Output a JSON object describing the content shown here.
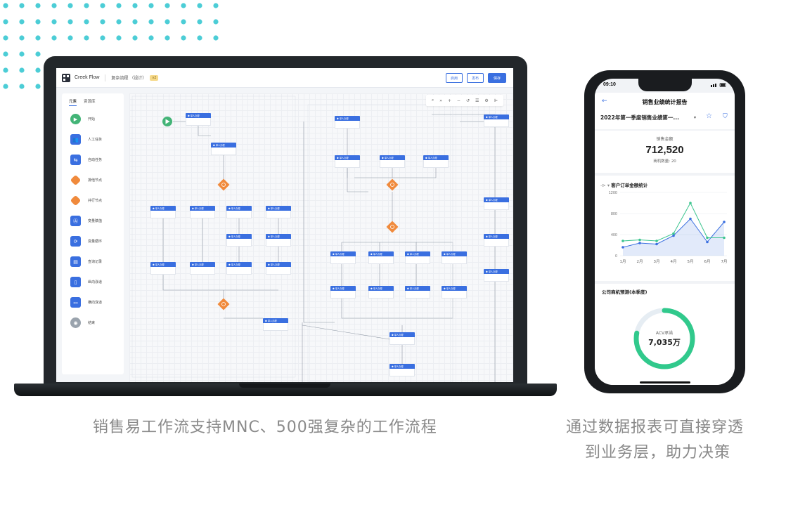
{
  "laptop": {
    "app_name": "Creek Flow",
    "breadcrumb": "复杂流程 （设计）",
    "tag": "v2",
    "actions": [
      "启用",
      "发布",
      "保存"
    ],
    "side_tabs": [
      "元素",
      "资源库"
    ],
    "side_items": [
      {
        "label": "开始",
        "icon": "play-icon"
      },
      {
        "label": "人工任务",
        "icon": "users-icon"
      },
      {
        "label": "自动任务",
        "icon": "sliders-icon"
      },
      {
        "label": "排他节点",
        "icon": "exclusive-gateway-icon"
      },
      {
        "label": "并行节点",
        "icon": "parallel-gateway-icon"
      },
      {
        "label": "变量赋值",
        "icon": "assign-icon"
      },
      {
        "label": "变量循环",
        "icon": "loop-icon"
      },
      {
        "label": "查询记录",
        "icon": "table-icon"
      },
      {
        "label": "纵向泳道",
        "icon": "vertical-lane-icon"
      },
      {
        "label": "横向泳道",
        "icon": "horizontal-lane-icon"
      },
      {
        "label": "结束",
        "icon": "end-icon"
      }
    ],
    "node_header": "单人办理"
  },
  "phone": {
    "time": "09:10",
    "title": "销售业绩统计报告",
    "selector": "2022年第一季度销售业绩第一...",
    "kpi": {
      "label": "销售金额",
      "value": "712,520",
      "sub_label": "商机数量",
      "sub_value": "20"
    },
    "line_chart_title": "客户订单金额统计",
    "gauge_title": "公司商机预测(本季度)",
    "gauge_label": "ACV承诺",
    "gauge_value": "7,035万"
  },
  "chart_data": {
    "type": "line",
    "title": "客户订单金额统计",
    "categories": [
      "1月",
      "2月",
      "3月",
      "4月",
      "5月",
      "6月",
      "7月"
    ],
    "ylim": [
      0,
      1200
    ],
    "yticks": [
      0,
      400,
      800,
      1200
    ],
    "series": [
      {
        "name": "",
        "color": "#3a6fe0",
        "values": [
          160,
          240,
          220,
          380,
          700,
          260,
          640
        ]
      },
      {
        "name": "",
        "color": "#3dc58f",
        "values": [
          280,
          300,
          280,
          420,
          1000,
          340,
          340
        ]
      }
    ],
    "grid": true
  },
  "gauge": {
    "fraction": 0.78,
    "color": "#31c98c"
  },
  "captions": {
    "left": "销售易工作流支持MNC、500强复杂的工作流程",
    "right_line1": "通过数据报表可直接穿透",
    "right_line2": "到业务层，助力决策"
  }
}
